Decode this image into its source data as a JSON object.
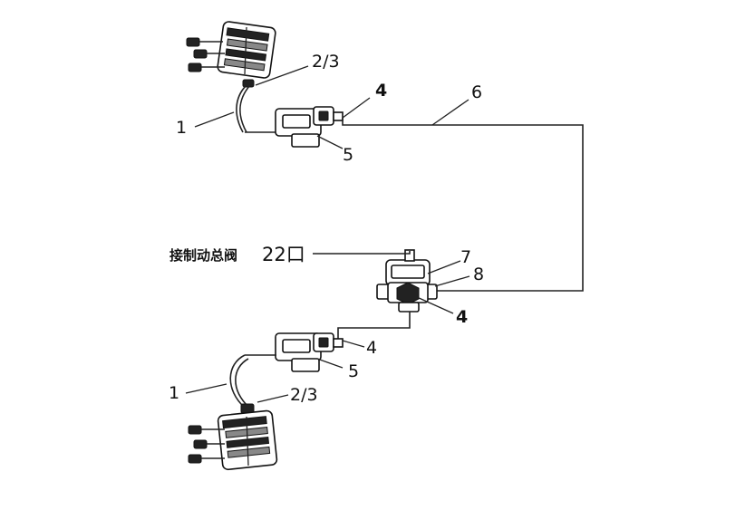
{
  "labels": {
    "hose": "1",
    "chamber_port": "2/3",
    "connector": "4",
    "relay_valve": "5",
    "pipe": "6",
    "valve_7": "7",
    "valve_8": "8",
    "main_valve_text": "接制动总阀",
    "main_valve_port": "22口"
  }
}
